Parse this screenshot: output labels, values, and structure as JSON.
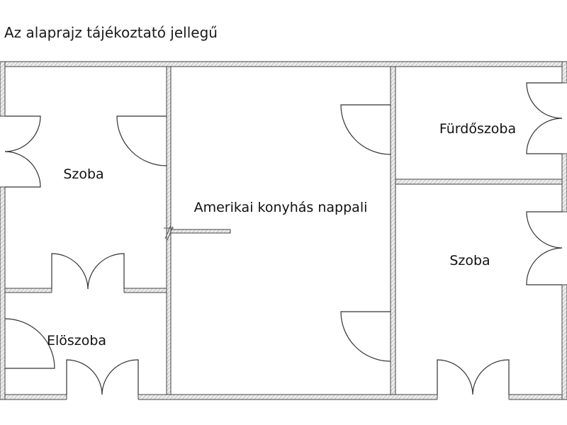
{
  "title": "Az alaprajz tájékoztató jellegű",
  "rooms": {
    "bedroom_left": "Szoba",
    "living_kitchen": "Amerikai konyhás nappali",
    "bathroom": "Fürdőszoba",
    "bedroom_right": "Szoba",
    "hallway": "Elöszoba"
  },
  "colors": {
    "wall_fill": "#ededed",
    "wall_stroke": "#444444",
    "door_stroke": "#333333"
  }
}
